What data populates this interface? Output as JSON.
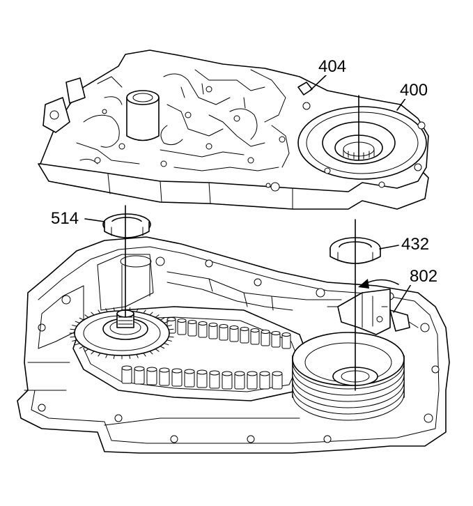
{
  "diagram": {
    "callouts": [
      {
        "id": "404",
        "label": "404"
      },
      {
        "id": "400",
        "label": "400"
      },
      {
        "id": "514",
        "label": "514"
      },
      {
        "id": "432",
        "label": "432"
      },
      {
        "id": "802",
        "label": "802"
      }
    ]
  }
}
